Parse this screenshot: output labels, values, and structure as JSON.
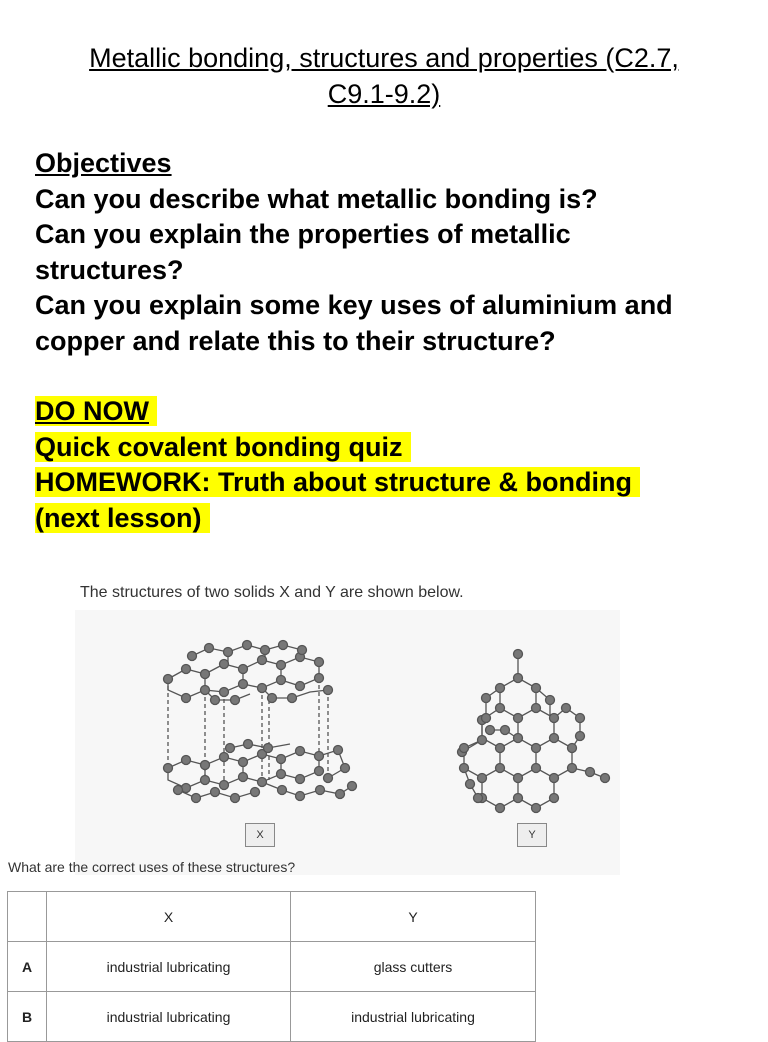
{
  "title": {
    "line1": "Metallic bonding, structures and properties (C2.7,",
    "line2": "C9.1-9.2)"
  },
  "objectives": {
    "heading": "Objectives",
    "items": [
      "Can you describe what metallic bonding is?",
      "Can you explain the properties of metallic structures?",
      "Can you explain some key uses of aluminium and copper and relate this to their structure?"
    ]
  },
  "tasks": {
    "do_now_label": "DO NOW",
    "quiz": "Quick covalent bonding quiz",
    "homework_line1": "HOMEWORK: Truth about structure & bonding",
    "homework_line2": "(next lesson)",
    "highlight_color": "#ffff00"
  },
  "figure": {
    "caption": "The structures of two solids X and Y are shown below.",
    "label_x": "X",
    "label_y": "Y"
  },
  "question": "What are the correct uses of these structures?",
  "table": {
    "headers": [
      "",
      "X",
      "Y"
    ],
    "rows": [
      [
        "A",
        "industrial lubricating",
        "glass cutters"
      ],
      [
        "B",
        "industrial lubricating",
        "industrial lubricating"
      ]
    ]
  }
}
